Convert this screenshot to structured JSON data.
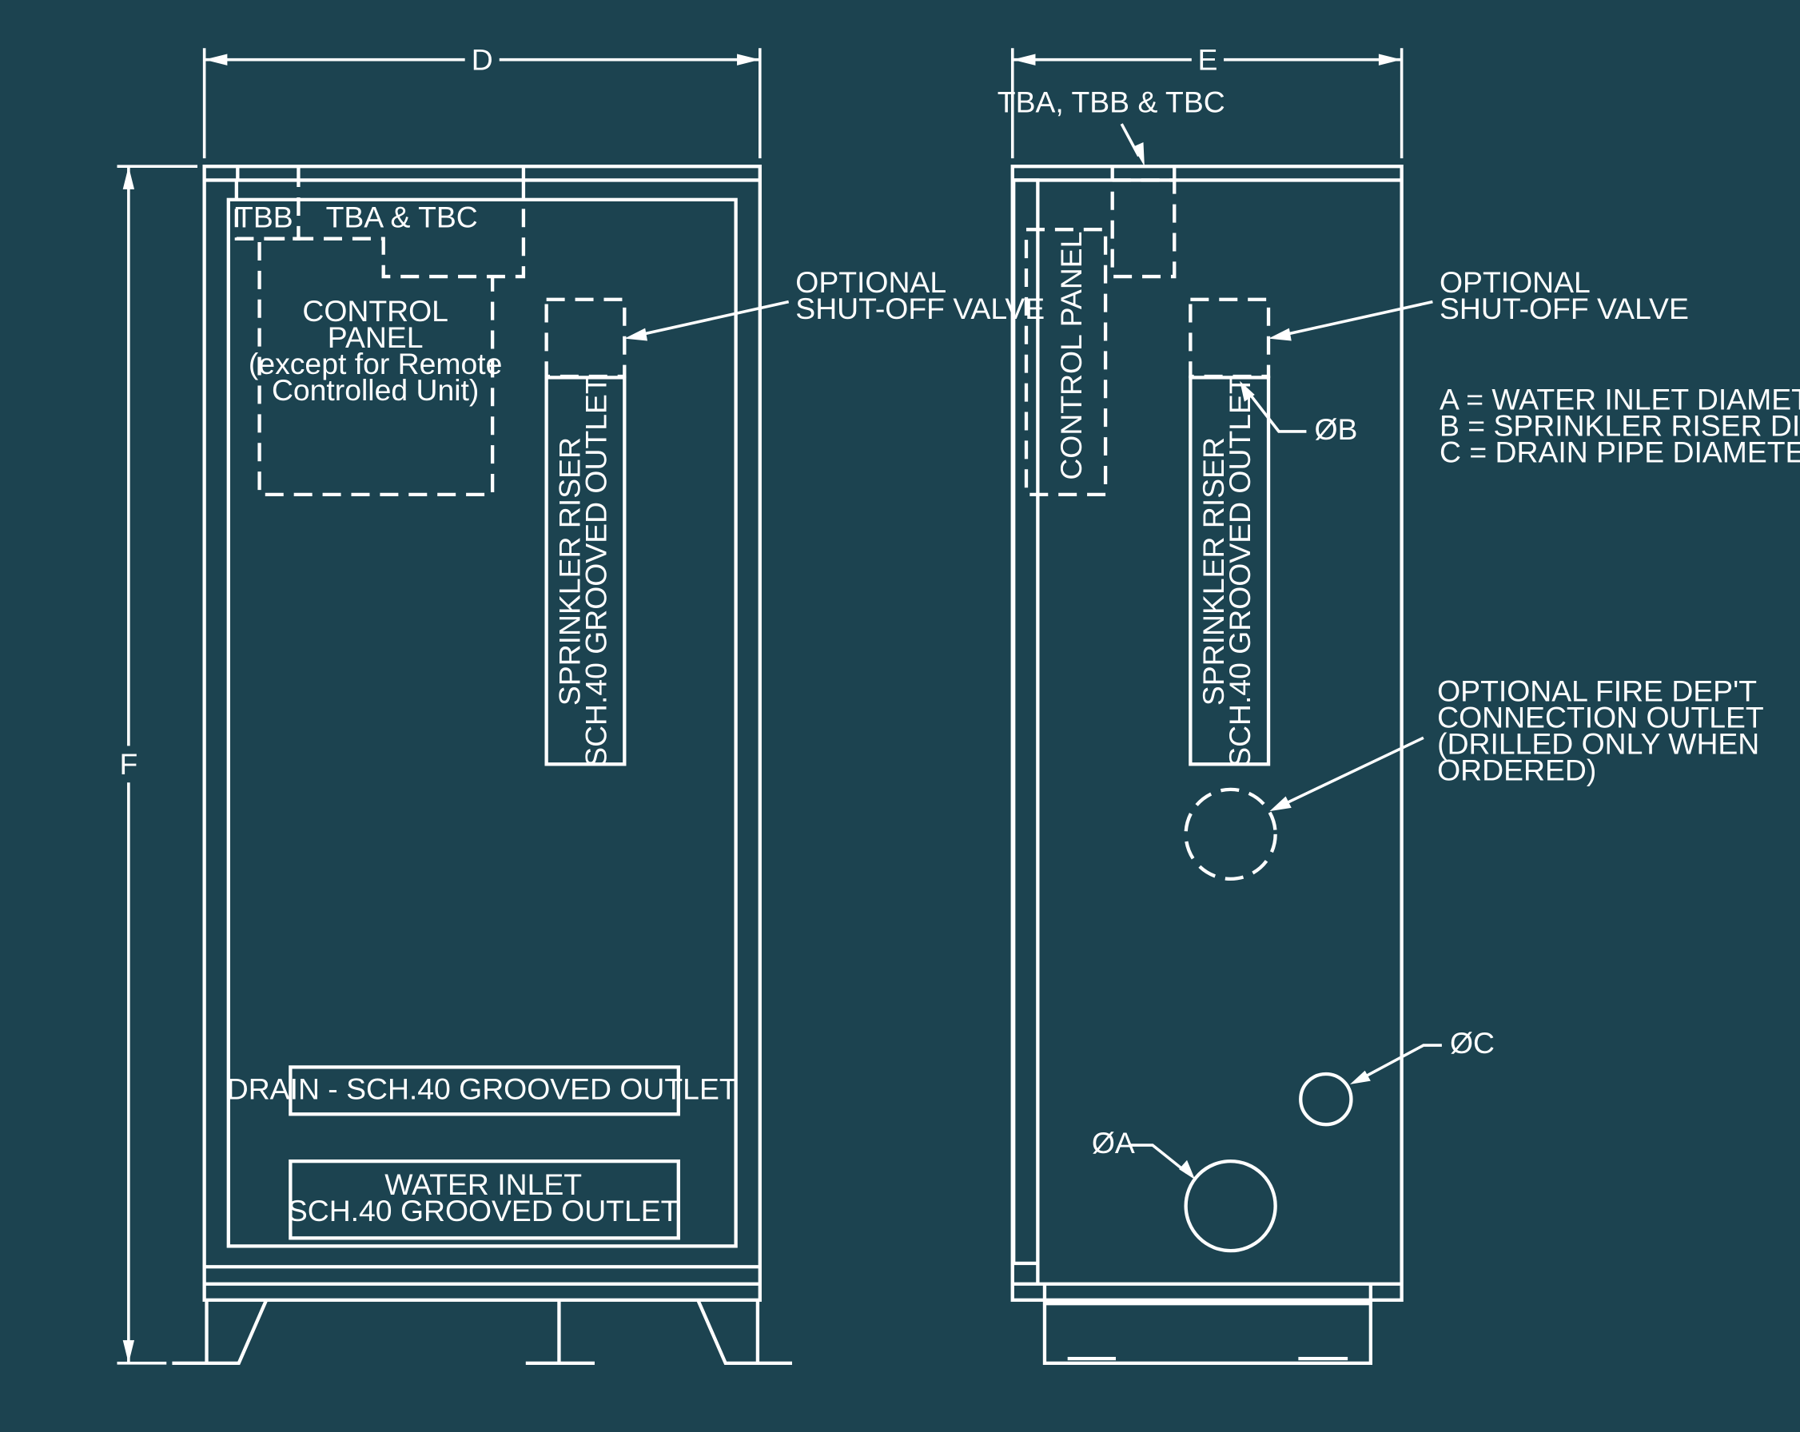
{
  "dimensions": {
    "d": "D",
    "e": "E",
    "f": "F"
  },
  "front_view": {
    "tbb": "TBB",
    "tba_tbc": "TBA & TBC",
    "control_panel": [
      "CONTROL",
      "PANEL",
      "(except for Remote",
      "Controlled Unit)"
    ],
    "shutoff_valve": [
      "OPTIONAL",
      "SHUT-OFF VALVE"
    ],
    "sprinkler_riser": [
      "SPRINKLER RISER",
      "SCH.40 GROOVED OUTLET"
    ],
    "drain": "DRAIN - SCH.40 GROOVED OUTLET",
    "water_inlet": [
      "WATER INLET",
      "SCH.40 GROOVED OUTLET"
    ]
  },
  "side_view": {
    "terminal_boxes": "TBA, TBB & TBC",
    "control_panel": "CONTROL PANEL",
    "shutoff_valve": [
      "OPTIONAL",
      "SHUT-OFF VALVE"
    ],
    "sprinkler_riser": [
      "SPRINKLER RISER",
      "SCH.40 GROOVED OUTLET"
    ],
    "dia_b": "ØB",
    "fire_dept": [
      "OPTIONAL FIRE DEP'T",
      "CONNECTION OUTLET",
      "(DRILLED ONLY WHEN",
      "ORDERED)"
    ],
    "dia_c": "ØC",
    "dia_a": "ØA"
  },
  "legend": [
    "A = WATER INLET DIAMETER",
    "B = SPRINKLER RISER DIAMETER",
    "C = DRAIN PIPE DIAMETER"
  ]
}
